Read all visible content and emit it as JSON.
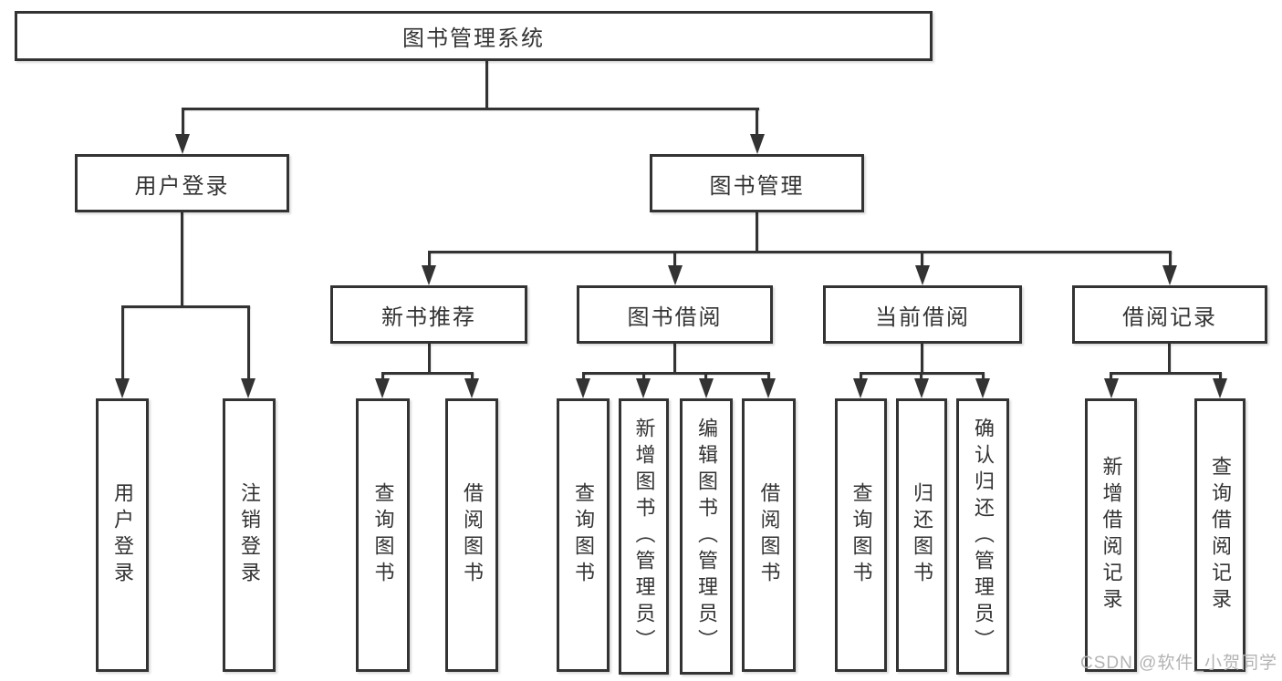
{
  "diagram": {
    "root": {
      "label": "图书管理系统"
    },
    "level2": [
      {
        "label": "用户登录"
      },
      {
        "label": "图书管理"
      }
    ],
    "level3": [
      {
        "label": "新书推荐"
      },
      {
        "label": "图书借阅"
      },
      {
        "label": "当前借阅"
      },
      {
        "label": "借阅记录"
      }
    ],
    "leaves": {
      "user_login": [
        "用户登录",
        "注销登录"
      ],
      "new_books": [
        "查询图书",
        "借阅图书"
      ],
      "book_borrow": [
        "查询图书",
        "新增图书（管理员）",
        "编辑图书（管理员）",
        "借阅图书"
      ],
      "current_borrow": [
        "查询图书",
        "归还图书",
        "确认归还（管理员）"
      ],
      "borrow_records": [
        "新增借阅记录",
        "查询借阅记录"
      ]
    },
    "colors": {
      "line": "#333333",
      "text": "#333333",
      "background": "#ffffff",
      "watermark": "#b3b3b3"
    },
    "watermark": "CSDN @软件_小贺同学"
  }
}
